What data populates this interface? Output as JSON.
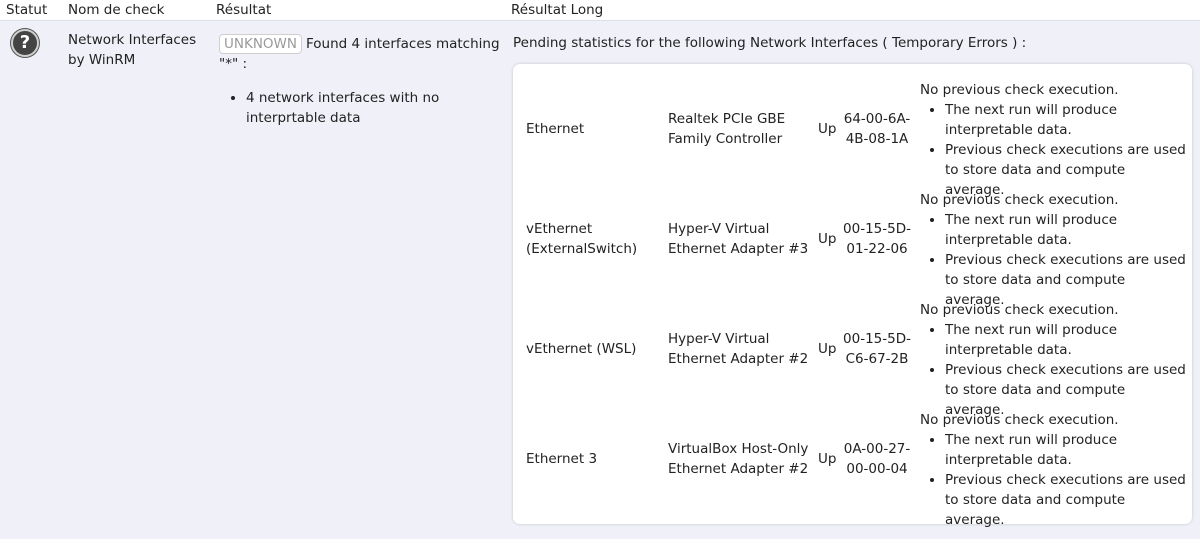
{
  "headers": {
    "status": "Statut",
    "check_name": "Nom de check",
    "result": "Résultat",
    "long_result": "Résultat Long"
  },
  "row": {
    "status_icon": "?",
    "check_name": "Network Interfaces by WinRM",
    "badge": "UNKNOWN",
    "result_text": "Found 4 interfaces matching \"*\" :",
    "result_items": [
      "4 network interfaces with no interprtable data"
    ],
    "long_heading": "Pending statistics for the following Network Interfaces ( Temporary Errors ) :",
    "interfaces": [
      {
        "name": "Ethernet",
        "description": "Realtek PCIe GBE Family Controller",
        "state": "Up",
        "mac": "64-00-6A-4B-08-1A",
        "note": "No previous check execution.",
        "bullets": [
          "The next run will produce interpretable data.",
          "Previous check executions are used to store data and compute average."
        ]
      },
      {
        "name": "vEthernet (ExternalSwitch)",
        "description": "Hyper-V Virtual Ethernet Adapter #3",
        "state": "Up",
        "mac": "00-15-5D-01-22-06",
        "note": "No previous check execution.",
        "bullets": [
          "The next run will produce interpretable data.",
          "Previous check executions are used to store data and compute average."
        ]
      },
      {
        "name": "vEthernet (WSL)",
        "description": "Hyper-V Virtual Ethernet Adapter #2",
        "state": "Up",
        "mac": "00-15-5D-C6-67-2B",
        "note": "No previous check execution.",
        "bullets": [
          "The next run will produce interpretable data.",
          "Previous check executions are used to store data and compute average."
        ]
      },
      {
        "name": "Ethernet 3",
        "description": "VirtualBox Host-Only Ethernet Adapter #2",
        "state": "Up",
        "mac": "0A-00-27-00-00-04",
        "note": "No previous check execution.",
        "bullets": [
          "The next run will produce interpretable data.",
          "Previous check executions are used to store data and compute average."
        ]
      }
    ]
  },
  "colors": {
    "background": "#f0f0f8",
    "card": "#ffffff",
    "icon": "#444444",
    "badge_text": "#9a9a9a"
  }
}
